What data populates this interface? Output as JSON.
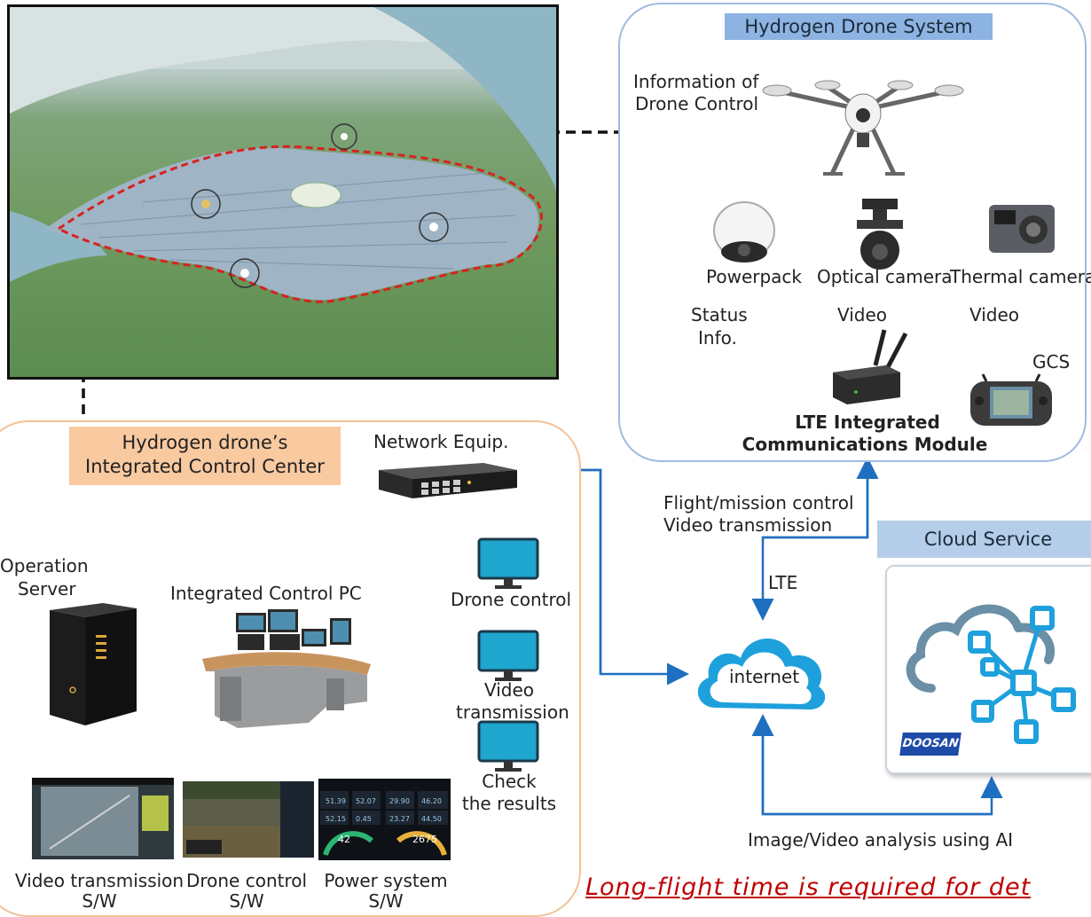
{
  "drone_system": {
    "title": "Hydrogen Drone System",
    "info_label_line1": "Information of",
    "info_label_line2": "Drone Control",
    "powerpack": "Powerpack",
    "optical_camera": "Optical camera",
    "thermal_camera": "Thermal camera",
    "status_line1": "Status",
    "status_line2": "Info.",
    "video_1": "Video",
    "video_2": "Video",
    "gcs": "GCS",
    "lte_line1": "LTE Integrated",
    "lte_line2": "Communications Module"
  },
  "control_center": {
    "title_line1": "Hydrogen drone’s",
    "title_line2": "Integrated Control Center",
    "network_equip": "Network Equip.",
    "operation_line1": "Operation",
    "operation_line2": "Server",
    "integrated_pc": "Integrated Control PC",
    "drone_control": "Drone control",
    "video_tx_line1": "Video",
    "video_tx_line2": "transmission",
    "check_line1": "Check",
    "check_line2": "the results",
    "sw1_line1": "Video transmission",
    "sw1_line2": "S/W",
    "sw2_line1": "Drone control",
    "sw2_line2": "S/W",
    "sw3_line1": "Power system",
    "sw3_line2": "S/W",
    "screen_values": [
      "51.39",
      "52.07",
      "29.90",
      "46.20",
      "52.15",
      "0.45",
      "23.27",
      "44.50",
      "42",
      "2675"
    ]
  },
  "network": {
    "flight_line1": "Flight/mission control",
    "flight_line2": "Video transmission",
    "lte": "LTE",
    "internet": "internet",
    "ai_label": "Image/Video analysis using AI"
  },
  "cloud": {
    "title": "Cloud Service",
    "logo": "DOOSAN"
  },
  "footer_text": "Long-flight time is required for det",
  "colors": {
    "blue_arrow": "#1f6fc0",
    "red_arrow": "#9b3a36",
    "green_arrow": "#4e7a2a",
    "cloud_icon": "#1ea0dc",
    "title_blue": "#8db3e2",
    "title_orange": "#f9c9a0",
    "footer": "#c00000"
  }
}
